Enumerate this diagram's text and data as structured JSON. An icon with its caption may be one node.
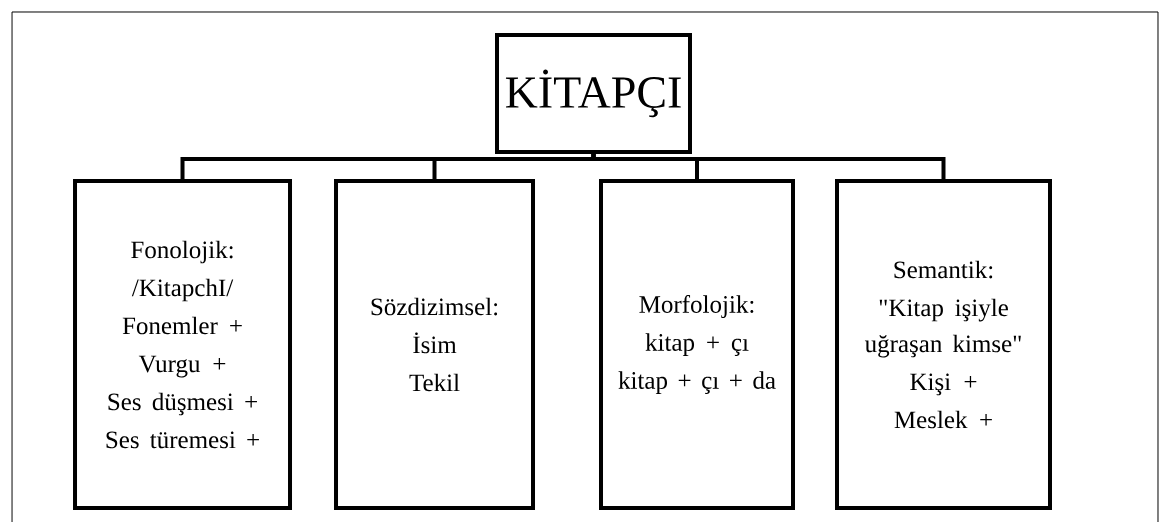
{
  "diagram": {
    "nodes": [
      {
        "text": [
          "KİTAPÇI"
        ]
      },
      {
        "text": [
          "Fonolojik:",
          "/KitapchI/",
          "Fonemler +",
          "Vurgu +",
          "Ses düşmesi +",
          "Ses türemesi +"
        ]
      },
      {
        "text": [
          "Sözdizimsel:",
          "İsim",
          "Tekil"
        ]
      },
      {
        "text": [
          "Morfolojik:",
          "kitap + çı",
          "kitap + çı + da"
        ]
      },
      {
        "text": [
          "Semantik:",
          "\"Kitap işiyle uğraşan kimse\"",
          "Kişi +",
          "Meslek +"
        ]
      }
    ],
    "edges": [
      {
        "from": 0,
        "to": 1,
        "arrow": "none"
      },
      {
        "from": 0,
        "to": 2,
        "arrow": "none"
      },
      {
        "from": 0,
        "to": 3,
        "arrow": "none"
      },
      {
        "from": 0,
        "to": 4,
        "arrow": "none"
      }
    ]
  }
}
